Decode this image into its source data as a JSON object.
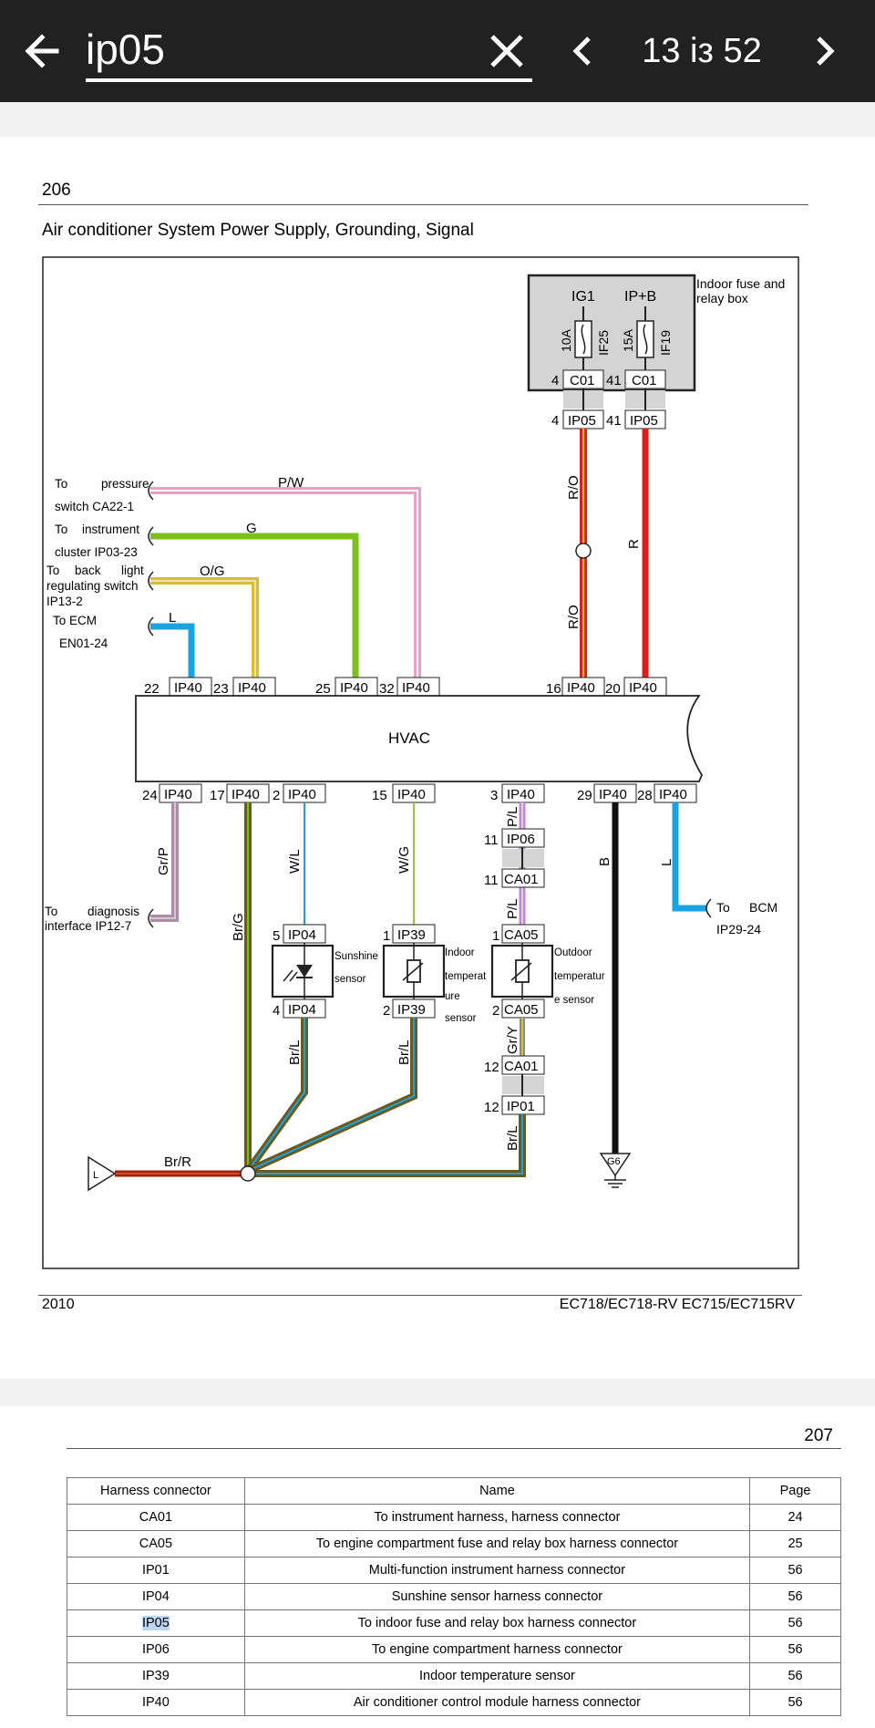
{
  "search": {
    "query": "ip05",
    "counter": "13 із 52"
  },
  "page206": {
    "number": "206",
    "title": "Air conditioner System Power Supply, Grounding, Signal",
    "footer_left": "2010",
    "footer_right": "EC718/EC718-RV EC715/EC715RV",
    "diagram": {
      "fuse_box": {
        "label_line1": "Indoor fuse and",
        "label_line2": "relay box",
        "ig1": "IG1",
        "ipb": "IP+B",
        "fuse1_rating": "10A",
        "fuse1_id": "IF25",
        "fuse2_rating": "15A",
        "fuse2_id": "IF19"
      },
      "c01": "C01",
      "ip05": "IP05",
      "ip40": "IP40",
      "ip04": "IP04",
      "ip39": "IP39",
      "ip06": "IP06",
      "ca01": "CA01",
      "ca05": "CA05",
      "ip01": "IP01",
      "pins": {
        "p4": "4",
        "p41": "41",
        "p22": "22",
        "p23": "23",
        "p25": "25",
        "p32": "32",
        "p16": "16",
        "p20": "20",
        "p24": "24",
        "p17": "17",
        "p2": "2",
        "p15": "15",
        "p3": "3",
        "p29": "29",
        "p28": "28",
        "p11": "11",
        "p5": "5",
        "p1": "1",
        "p12": "12"
      },
      "hvac": "HVAC",
      "ground": "G6",
      "ground_symbol": "L",
      "wires": {
        "pw": "P/W",
        "g": "G",
        "og": "O/G",
        "l": "L",
        "ro": "R/O",
        "r": "R",
        "grp": "Gr/P",
        "brg": "Br/G",
        "wl": "W/L",
        "wg": "W/G",
        "pl": "P/L",
        "b": "B",
        "brl": "Br/L",
        "gry": "Gr/Y",
        "brr": "Br/R"
      },
      "destinations": {
        "pressure_1": "To",
        "pressure_2": "pressure",
        "pressure_3": "switch CA22-1",
        "cluster_1": "To",
        "cluster_2": "instrument",
        "cluster_3": "cluster IP03-23",
        "backlight_1": "To",
        "backlight_2": "back",
        "backlight_3": "light",
        "backlight_4": "regulating switch",
        "backlight_5": "IP13-2",
        "ecm_1": "To ECM",
        "ecm_2": "EN01-24",
        "diag_1": "To",
        "diag_2": "diagnosis",
        "diag_3": "interface IP12-7",
        "bcm_1": "To",
        "bcm_2": "BCM",
        "bcm_3": "IP29-24"
      },
      "sensors": {
        "sun_1": "Sunshine",
        "sun_2": "sensor",
        "in_1": "Indoor",
        "in_2": "temperat",
        "in_3": "ure",
        "in_4": "sensor",
        "out_1": "Outdoor",
        "out_2": "temperatur",
        "out_3": "e sensor"
      }
    }
  },
  "page207": {
    "number": "207",
    "table": {
      "headers": [
        "Harness connector",
        "Name",
        "Page"
      ],
      "rows": [
        [
          "CA01",
          "To instrument harness, harness connector",
          "24"
        ],
        [
          "CA05",
          "To engine compartment fuse and relay box harness connector",
          "25"
        ],
        [
          "IP01",
          "Multi-function instrument harness connector",
          "56"
        ],
        [
          "IP04",
          "Sunshine sensor harness connector",
          "56"
        ],
        [
          "IP05",
          "To indoor fuse and relay box harness connector",
          "56"
        ],
        [
          "IP06",
          "To engine compartment harness connector",
          "56"
        ],
        [
          "IP39",
          "Indoor temperature sensor",
          "56"
        ],
        [
          "IP40",
          "Air conditioner control module harness connector",
          "56"
        ]
      ]
    }
  },
  "colors": {
    "toolbar": "#212121",
    "highlight": "#bcd6f3",
    "pink": "#e8a0c4",
    "green": "#7cc01e",
    "yellow": "#d8c02a",
    "blue": "#1aa3e2",
    "red": "#e01c1c",
    "orange": "#f08a00"
  }
}
